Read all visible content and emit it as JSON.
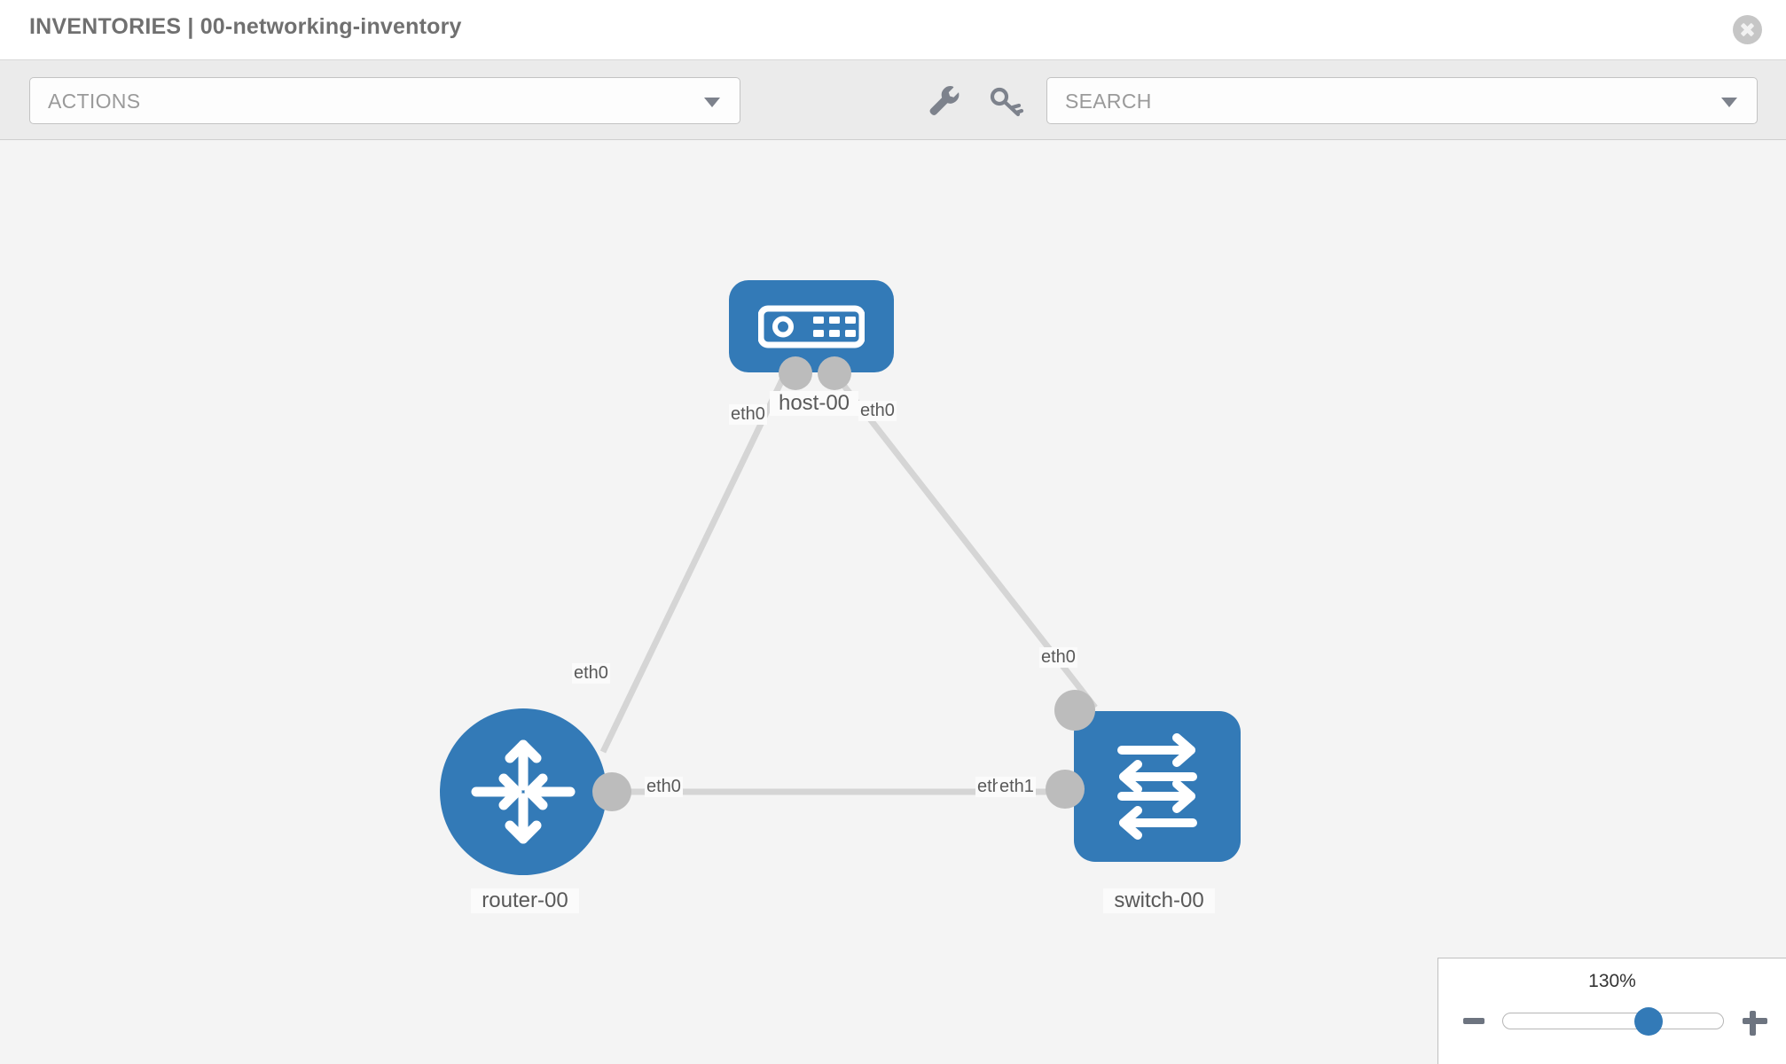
{
  "header": {
    "title": "INVENTORIES | 00-networking-inventory",
    "close_icon": "close-circle-icon"
  },
  "toolbar": {
    "actions_label": "ACTIONS",
    "actions_caret": "chevron-down-icon",
    "wrench_icon": "wrench-icon",
    "key_icon": "key-icon",
    "search_placeholder": "SEARCH",
    "search_value": "",
    "search_caret": "chevron-down-icon"
  },
  "topology": {
    "nodes": [
      {
        "id": "host-00",
        "label": "host-00",
        "icon": "server-icon",
        "shape": "rounded-rect"
      },
      {
        "id": "router-00",
        "label": "router-00",
        "icon": "router-arrows-icon",
        "shape": "circle"
      },
      {
        "id": "switch-00",
        "label": "switch-00",
        "icon": "switch-arrows-icon",
        "shape": "rounded-square"
      }
    ],
    "links": [
      {
        "from": "host-00",
        "from_iface": "eth0",
        "to": "router-00",
        "to_iface": "eth0"
      },
      {
        "from": "host-00",
        "from_iface": "eth0",
        "to": "switch-00",
        "to_iface": "eth0"
      },
      {
        "from": "router-00",
        "from_iface": "eth0",
        "to": "switch-00",
        "to_iface": "eth1"
      }
    ],
    "iface_labels": {
      "host_left": "eth0",
      "host_right": "eth0",
      "router_up": "eth0",
      "switch_up": "eth0",
      "router_right": "eth0",
      "switch_left_hidden": "eth0",
      "switch_left": "eth1"
    }
  },
  "zoom_control": {
    "percent": "130%",
    "minus_label": "−",
    "plus_label": "+",
    "slider_value": 68
  },
  "colors": {
    "node_blue": "#337ab7",
    "canvas_bg": "#f4f4f4",
    "toolbar_bg": "#ebebeb",
    "link_gray": "#d5d5d5",
    "socket_gray": "#bcbcbc",
    "text_gray": "#595959"
  }
}
